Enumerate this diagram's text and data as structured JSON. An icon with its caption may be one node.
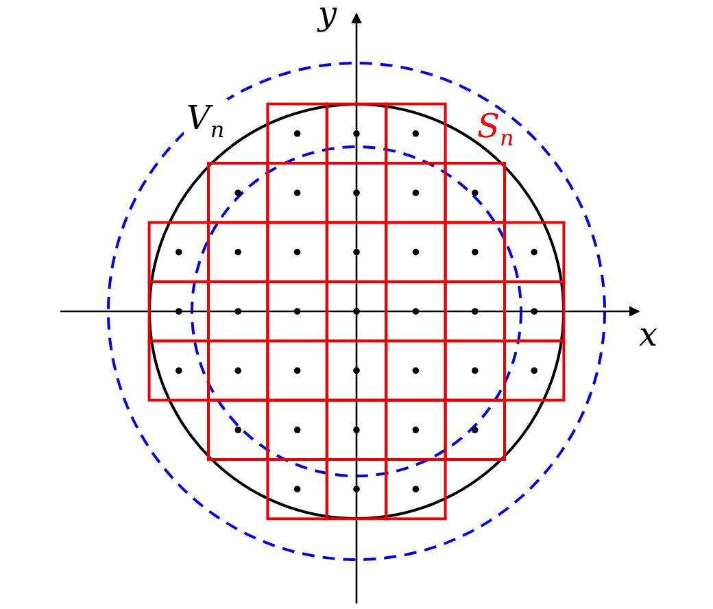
{
  "diagram": {
    "labels": [
      "y",
      "V$_{n}$",
      "S$_{n}$",
      "x"
    ]
  }
}
